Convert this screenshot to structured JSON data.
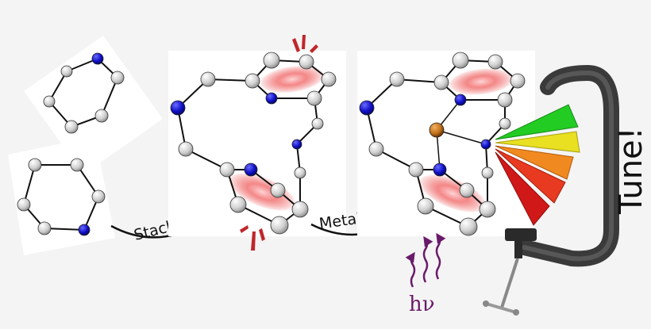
{
  "labels": {
    "stack": "Stack",
    "metallate": "Metallate",
    "hv": "hν",
    "tune": "Tune!"
  },
  "colors": {
    "background": "#f4f4f4",
    "panel": "#ffffff",
    "carbon_atom": "#d8d8d8",
    "nitrogen_atom": "#1010c8",
    "metal_atom": "#c0701a",
    "stacking_glow": "#e8393a",
    "photon_arrow": "#6a1a6a",
    "clamp": "#3a3a3a",
    "emission": [
      "#22cc22",
      "#e8e020",
      "#f08a20",
      "#e83a20",
      "#d01818",
      "#c41818"
    ]
  },
  "icons": {
    "photon": "wavy-arrow-icon",
    "clamp": "c-clamp-icon",
    "emission": "rainbow-fan-icon"
  }
}
